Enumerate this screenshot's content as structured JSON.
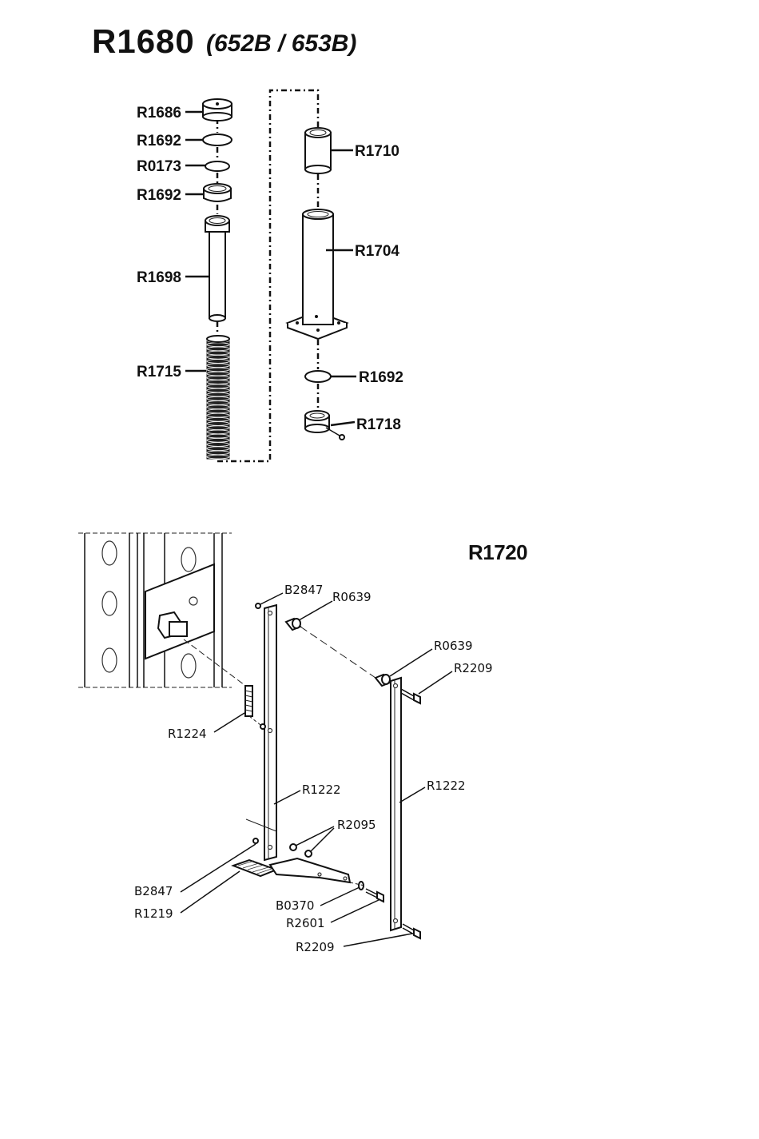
{
  "title": "R1680",
  "subtitle": "(652B / 653B)",
  "assembly_label": "R1720",
  "upper_parts": {
    "r1686": "R1686",
    "r1692_a": "R1692",
    "r0173": "R0173",
    "r1692_b": "R1692",
    "r1698": "R1698",
    "r1715": "R1715",
    "r1710": "R1710",
    "r1704": "R1704",
    "r1692_c": "R1692",
    "r1718": "R1718"
  },
  "lower_parts": {
    "b2847_top": "B2847",
    "r0639_a": "R0639",
    "r0639_b": "R0639",
    "r2209_a": "R2209",
    "r1224": "R1224",
    "r1222_a": "R1222",
    "r1222_b": "R1222",
    "r2095": "R2095",
    "b2847_bottom": "B2847",
    "r1219": "R1219",
    "b0370": "B0370",
    "r2601": "R2601",
    "r2209_b": "R2209"
  }
}
